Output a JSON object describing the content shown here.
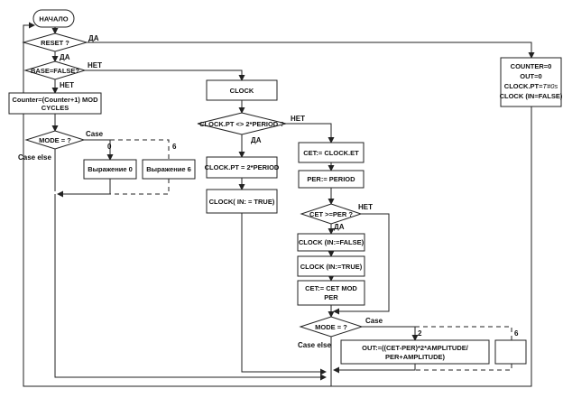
{
  "nodes": {
    "start": "НАЧАЛО",
    "reset_q": "RESET ?",
    "base_q": "BASE=FALSE?",
    "counter_calc_1": "Counter=(Counter+1) MOD",
    "counter_calc_2": "CYCLES",
    "mode_q_1": "MODE = ?",
    "expr_0": "Выражение 0",
    "expr_6": "Выражение 6",
    "clock": "CLOCK",
    "pt_q": "CLOCK.PT <> 2*PERIOD ?",
    "pt_set": "CLOCK.PT = 2*PERIOD",
    "clock_true_1": "CLOCK( IN: = TRUE)",
    "cet_assign": "CET:= CLOCK.ET",
    "per_assign": "PER:= PERIOD",
    "cet_q": "CET >=PER ?",
    "clock_false": "CLOCK (IN:=FALSE)",
    "clock_true_2": "CLOCK (IN:=TRUE)",
    "cet_mod_1": "CET:= CET MOD",
    "cet_mod_2": "PER",
    "mode_q_2": "MODE = ?",
    "out_calc_1": "OUT:=((CET-PER)*2*AMPLITUDE/",
    "out_calc_2": "PER+AMPLITUDE)",
    "reset_1": "COUNTER=0",
    "reset_2": "OUT=0",
    "reset_3_a": "CLOCK.PT=",
    "reset_3_b": "T#0s",
    "reset_4": "CLOCK (IN=FALSE)"
  },
  "labels": {
    "yes_reset": "ДА",
    "yes_reset_down": "ДА",
    "no_base": "НЕТ",
    "no_base_down": "НЕТ",
    "case_1": "Case",
    "case_else_1": "Case else",
    "case0_1": "0",
    "case6_1": "6",
    "no_pt": "НЕТ",
    "yes_pt": "ДА",
    "no_cet": "НЕТ",
    "yes_cet": "ДА",
    "case_2": "Case",
    "case_else_2": "Case else",
    "case2_2": "2",
    "case6_2": "6"
  }
}
